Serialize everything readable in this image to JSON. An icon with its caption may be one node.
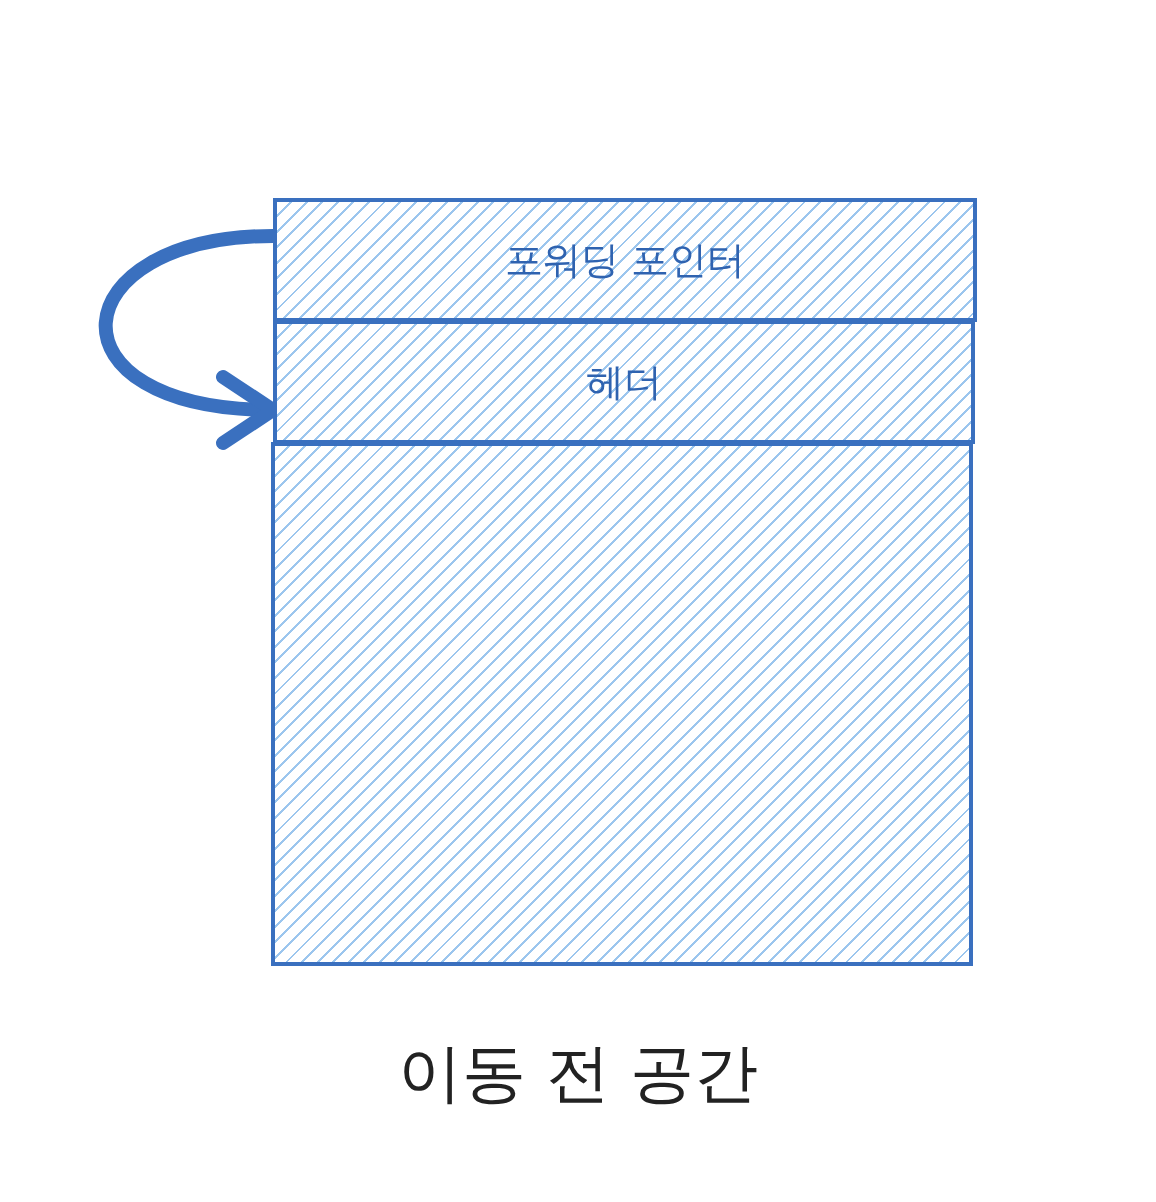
{
  "diagram": {
    "caption": "이동 전 공간",
    "nodes": [
      {
        "text": [
          "포워딩 포인터"
        ]
      },
      {
        "text": [
          "헤더"
        ]
      },
      {
        "text": [],
        "shape": "box"
      }
    ],
    "edges": [
      {
        "from": 0,
        "to": 1,
        "arrow": "to"
      }
    ]
  }
}
